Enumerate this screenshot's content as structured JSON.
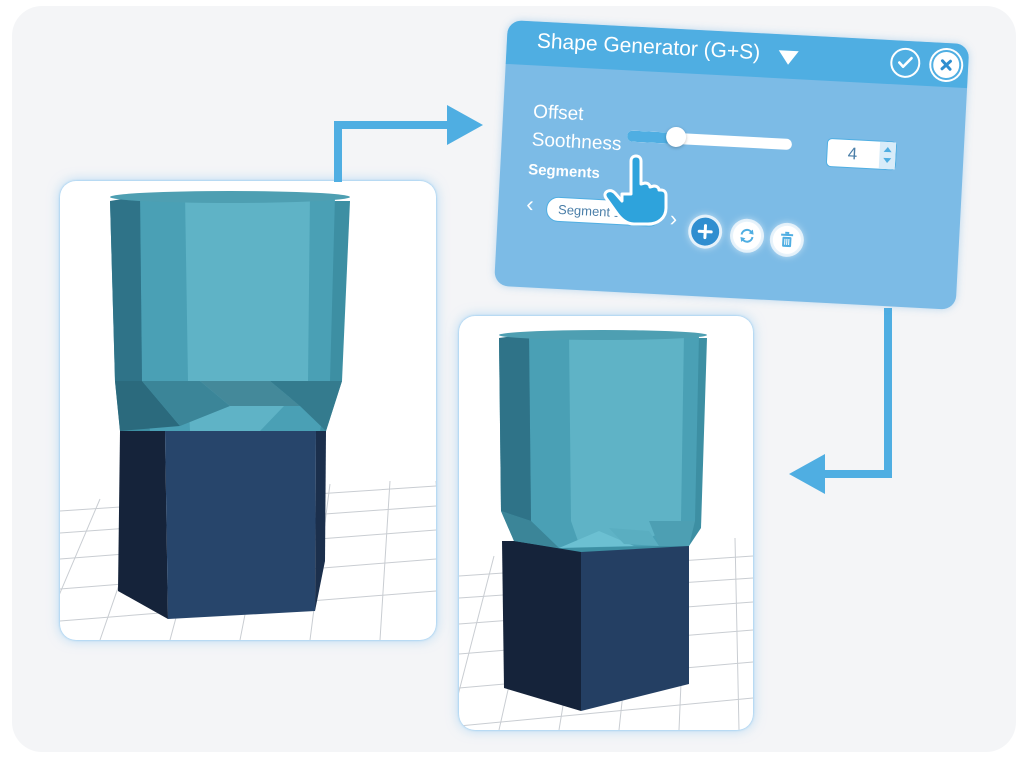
{
  "shape_generator": {
    "title": "Shape Generator (G+S)",
    "offset_label": "Offset",
    "smoothness_label": "Soothness",
    "smoothness_value": "4",
    "smoothness_slider_fraction": 0.33,
    "segments_label": "Segments",
    "segment_select_value": "Segment 1"
  },
  "icons": {
    "title_dropdown": "caret-down-icon",
    "confirm": "checkmark-icon",
    "close": "close-x-icon",
    "prev_segment": "chevron-left-icon",
    "next_segment": "chevron-right-icon",
    "add_segment": "plus-icon",
    "refresh_segment": "refresh-icon",
    "delete_segment": "trash-icon",
    "cursor": "pointing-hand-icon"
  },
  "colors": {
    "panel_body": "#7cbbe6",
    "panel_header": "#4faee2",
    "arrow": "#4faee2",
    "model_top": "#5fb3c6",
    "model_base": "#27456b"
  }
}
